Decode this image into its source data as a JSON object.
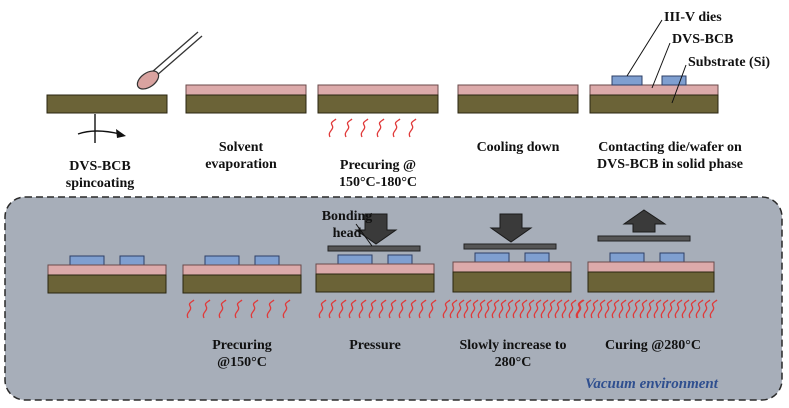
{
  "colors": {
    "substrate": "#6b6337",
    "substrate_edge": "#2a2510",
    "bcb": "#dcaaaa",
    "bcb_edge": "#6a4a4a",
    "die": "#7f9fd0",
    "die_edge": "#2d3f66",
    "heat": "#e03a3a",
    "vacuum_fill": "#a7aeb9",
    "vacuum_border": "#2a2a2a",
    "head": "#555555",
    "arrow": "#3a3a3a",
    "vacuum_text": "#2f4f8f"
  },
  "icons": {
    "pipette": "pipette-icon",
    "rotation": "rotation-arrow-icon",
    "heat": "heat-wave-icon",
    "press_down": "press-down-arrow-icon",
    "lift_up": "lift-up-arrow-icon"
  },
  "top_row": {
    "step1": {
      "line1": "DVS-BCB",
      "line2": "spincoating"
    },
    "step2": {
      "line1": "Solvent",
      "line2": "evaporation"
    },
    "step3": {
      "line1": "Precuring  @",
      "line2": "150°C-180°C"
    },
    "step4": {
      "line1": "Cooling down"
    },
    "step5": {
      "line1": "Contacting die/wafer on",
      "line2": "DVS-BCB in solid phase"
    }
  },
  "callouts": {
    "dies": "III-V dies",
    "bcb": "DVS-BCB",
    "substrate": "Substrate (Si)"
  },
  "bottom_row": {
    "bonding_head": {
      "line1": "Bonding",
      "line2": "head"
    },
    "step1": {
      "line1": "Precuring",
      "line2": "@150°C"
    },
    "step2": {
      "line1": "Pressure"
    },
    "step3": {
      "line1": "Slowly increase to",
      "line2": "280°C"
    },
    "step4": {
      "line1": "Curing @280°C"
    }
  },
  "vacuum_label": "Vacuum environment"
}
